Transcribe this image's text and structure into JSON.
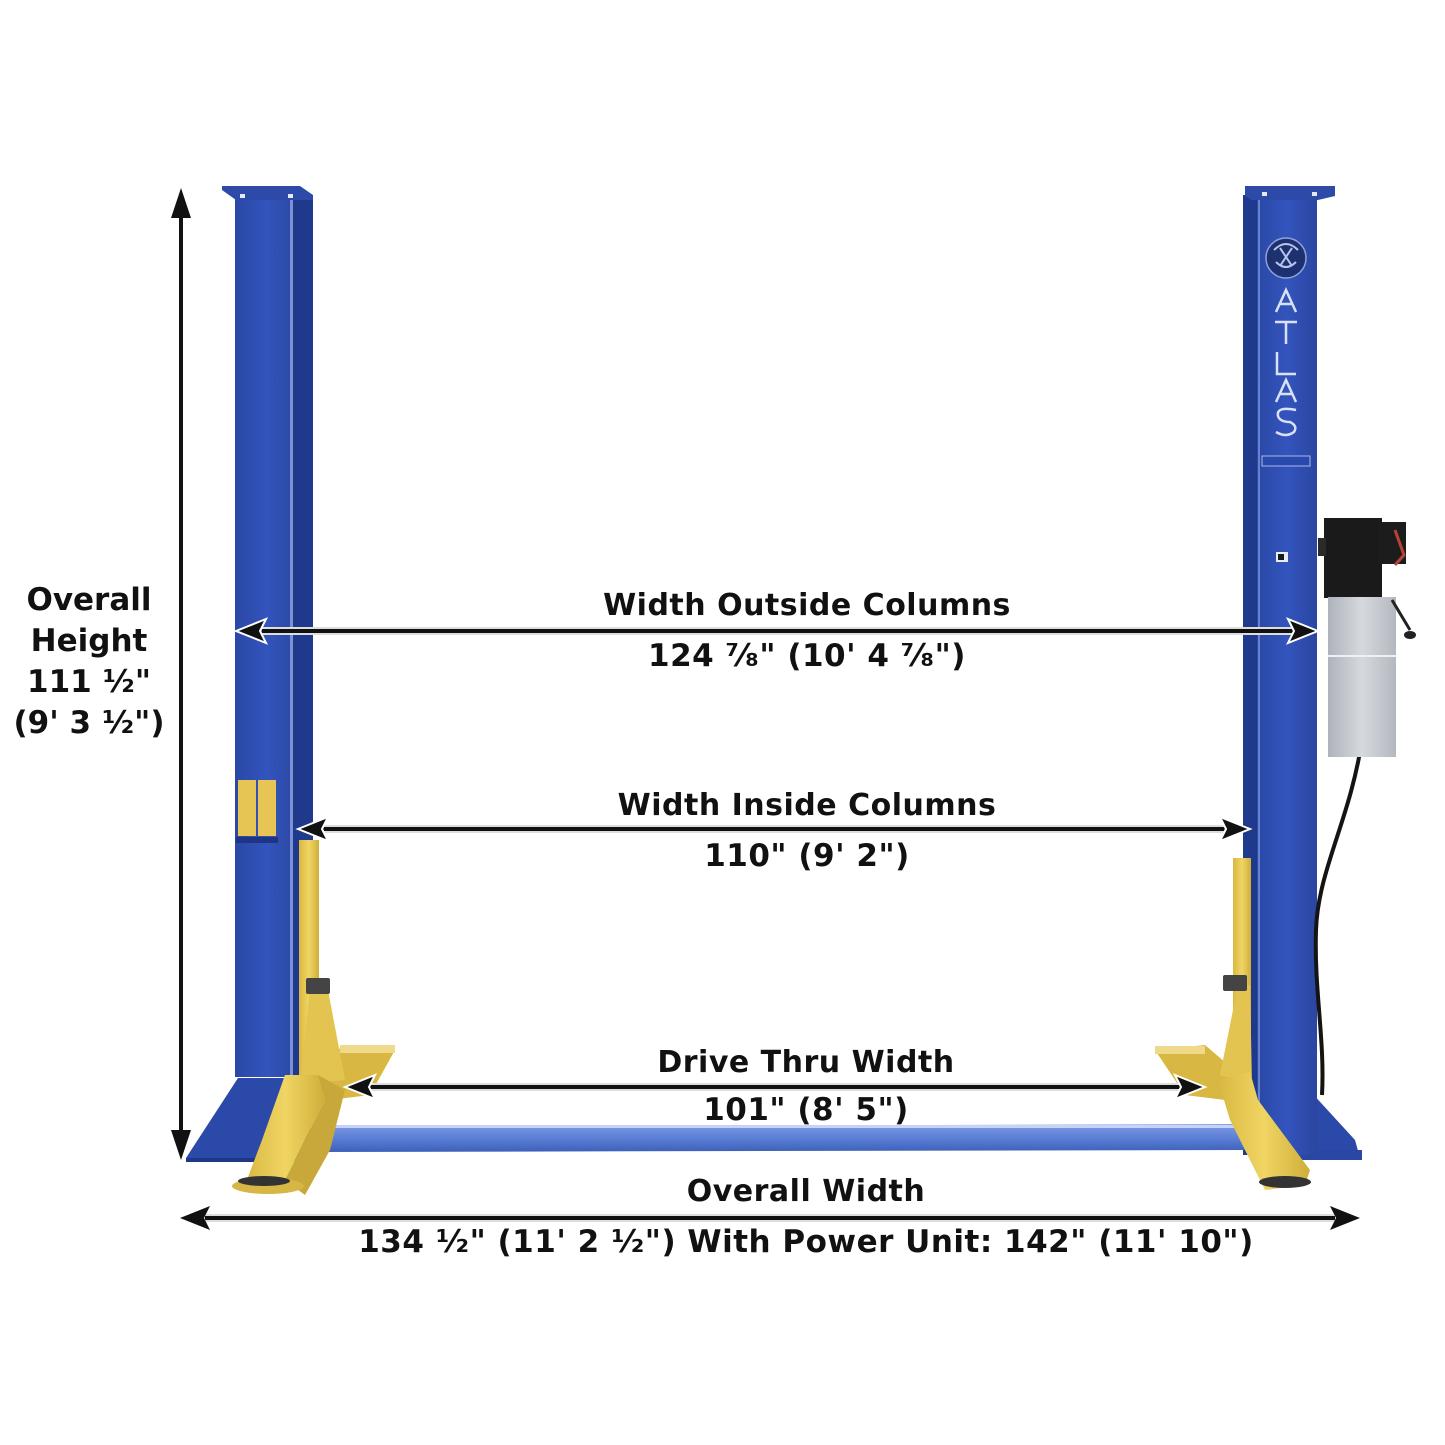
{
  "product": {
    "brand": "ATLAS",
    "type": "Two-post vehicle lift",
    "colors": {
      "column_blue": "#2f4fb0",
      "column_blue_dark": "#1f3a8c",
      "column_blue_light": "#4a6bd0",
      "arm_yellow": "#e8cc55",
      "arm_yellow_dark": "#c9a836",
      "floor_plate_blue": "#5b7fd6",
      "power_unit_black": "#1a1a1a",
      "reservoir_gray": "#c9ccd2",
      "text": "#111111",
      "arrow": "#111111"
    }
  },
  "dimensions": {
    "overall_height": {
      "title_line1": "Overall",
      "title_line2": "Height",
      "value_in": "111 ¹⁄₂\"",
      "value_ft": "(9' 3 ¹⁄₂\")"
    },
    "width_outside_columns": {
      "title": "Width Outside Columns",
      "value": "124 ⁷⁄₈\" (10' 4 ⁷⁄₈\")"
    },
    "width_inside_columns": {
      "title": "Width Inside Columns",
      "value": "110\" (9' 2\")"
    },
    "drive_thru_width": {
      "title": "Drive Thru Width",
      "value": "101\" (8' 5\")"
    },
    "overall_width": {
      "title": "Overall Width",
      "value": "134 ¹⁄₂\" (11' 2 ¹⁄₂\") With Power Unit: 142\" (11' 10\")"
    }
  }
}
